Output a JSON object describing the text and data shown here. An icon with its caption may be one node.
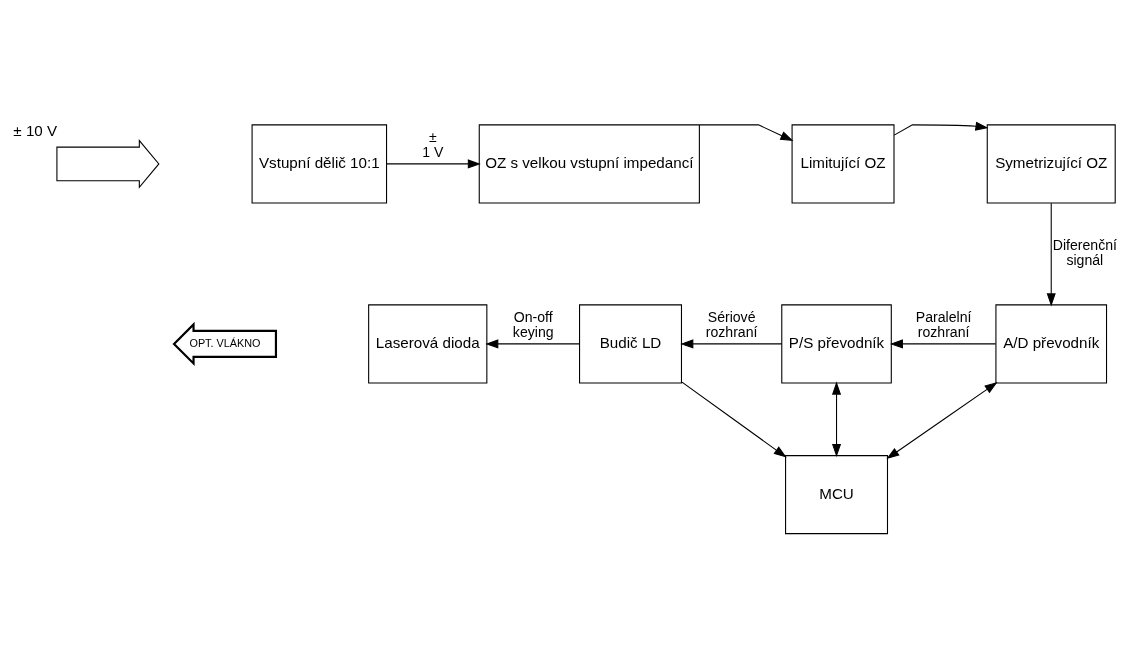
{
  "diagram": {
    "nodes": [
      {
        "text": [],
        "shape": "arrow",
        "beside": [
          "± 10 V"
        ]
      },
      {
        "text": [
          "Vstupní dělič 10:1"
        ]
      },
      {
        "text": [
          "OZ s velkou vstupní impedancí"
        ]
      },
      {
        "text": [
          "Limitující OZ"
        ]
      },
      {
        "text": [
          "Symetrizující OZ"
        ]
      },
      {
        "text": [
          "A/D převodník"
        ]
      },
      {
        "text": [
          "P/S převodník"
        ]
      },
      {
        "text": [
          "Budič LD"
        ]
      },
      {
        "text": [
          "Laserová dioda"
        ]
      },
      {
        "text": [
          "OPT. VLÁKNO"
        ]
      },
      {
        "text": [
          "MCU"
        ]
      }
    ],
    "edges": [
      {
        "from": 1,
        "to": 2,
        "arrow": "to",
        "label": "± 1 V"
      },
      {
        "from": 2,
        "to": 3,
        "arrow": "to"
      },
      {
        "from": 3,
        "to": 4,
        "arrow": "to"
      },
      {
        "from": 4,
        "to": 5,
        "arrow": "to",
        "label": "Diferenční signál"
      },
      {
        "from": 5,
        "to": 6,
        "arrow": "to",
        "label": "Paralelní rozhraní"
      },
      {
        "from": 6,
        "to": 7,
        "arrow": "to",
        "label": "Sériové rozhraní"
      },
      {
        "from": 7,
        "to": 8,
        "arrow": "to",
        "label": "On-off keying"
      },
      {
        "from": 7,
        "to": 10,
        "arrow": "to"
      },
      {
        "from": 6,
        "to": 10,
        "arrow": "both"
      },
      {
        "from": 10,
        "to": 5,
        "arrow": "both"
      }
    ]
  }
}
